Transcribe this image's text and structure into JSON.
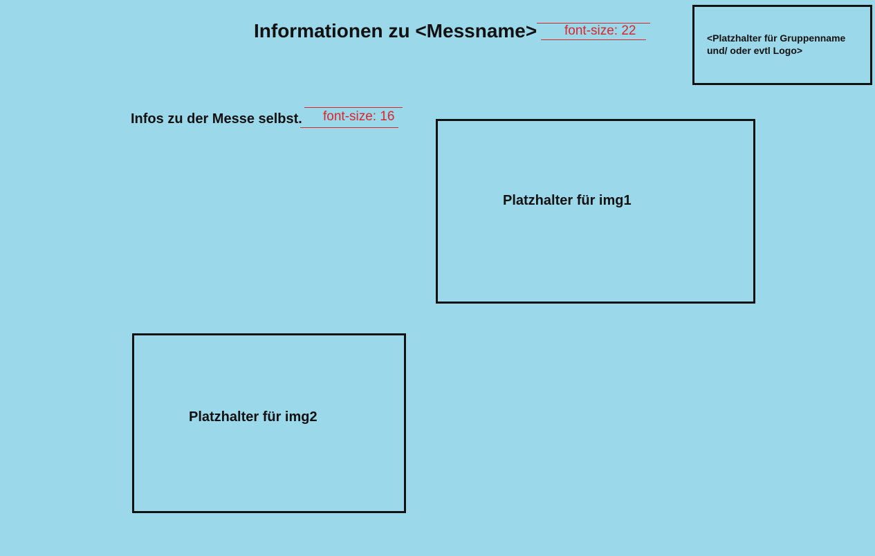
{
  "header": {
    "title": "Informationen zu <Messname>",
    "title_annotation": "font-size: 22"
  },
  "logo_placeholder": {
    "text": "<Platzhalter für Gruppenname und/ oder evtl Logo>"
  },
  "info_section": {
    "heading": "Infos zu der Messe selbst.",
    "annotation": "font-size: 16"
  },
  "image_placeholders": [
    {
      "label": "Platzhalter für img1"
    },
    {
      "label": "Platzhalter für img2"
    }
  ],
  "colors": {
    "background": "#9bd8e9",
    "annotation": "#d9262c",
    "border": "#111111"
  }
}
